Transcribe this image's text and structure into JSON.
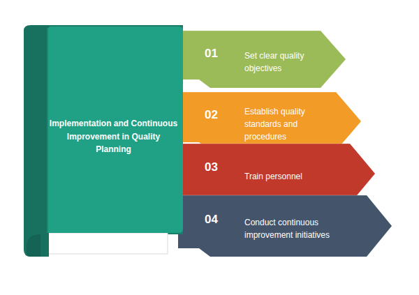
{
  "diagram": {
    "nodes": [
      {
        "text": [
          "Implementation and Continuous Improvement in Quality Planning"
        ]
      },
      {
        "text": [
          "01",
          "Set clear quality objectives"
        ]
      },
      {
        "text": [
          "02",
          "Establish quality standards and procedures"
        ]
      },
      {
        "text": [
          "03",
          "Train personnel"
        ]
      },
      {
        "text": [
          "04",
          "Conduct continuous improvement initiatives"
        ]
      }
    ]
  }
}
